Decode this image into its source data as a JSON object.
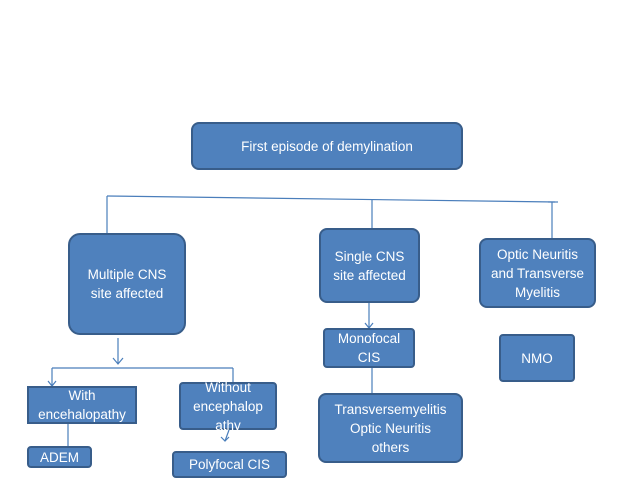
{
  "nodes": {
    "root": "First episode of demylination",
    "multiple_cns": "Multiple CNS\nsite affected",
    "single_cns": "Single CNS\nsite affected",
    "optic_transverse": "Optic Neuritis\nand Transverse\nMyelitis",
    "monofocal": "Monofocal\nCIS",
    "nmo": "NMO",
    "with_enc": "With\nencehalopathy",
    "without_enc": "Without\nencephalop\nathy",
    "transverse": "Transversemyelitis\nOptic Neuritis\nothers",
    "adem": "ADEM",
    "polyfocal": "Polyfocal CIS"
  },
  "colors": {
    "node_fill": "#4f81bd",
    "node_border": "#385d8a",
    "connector": "#4a7ebb",
    "text": "#ffffff"
  }
}
